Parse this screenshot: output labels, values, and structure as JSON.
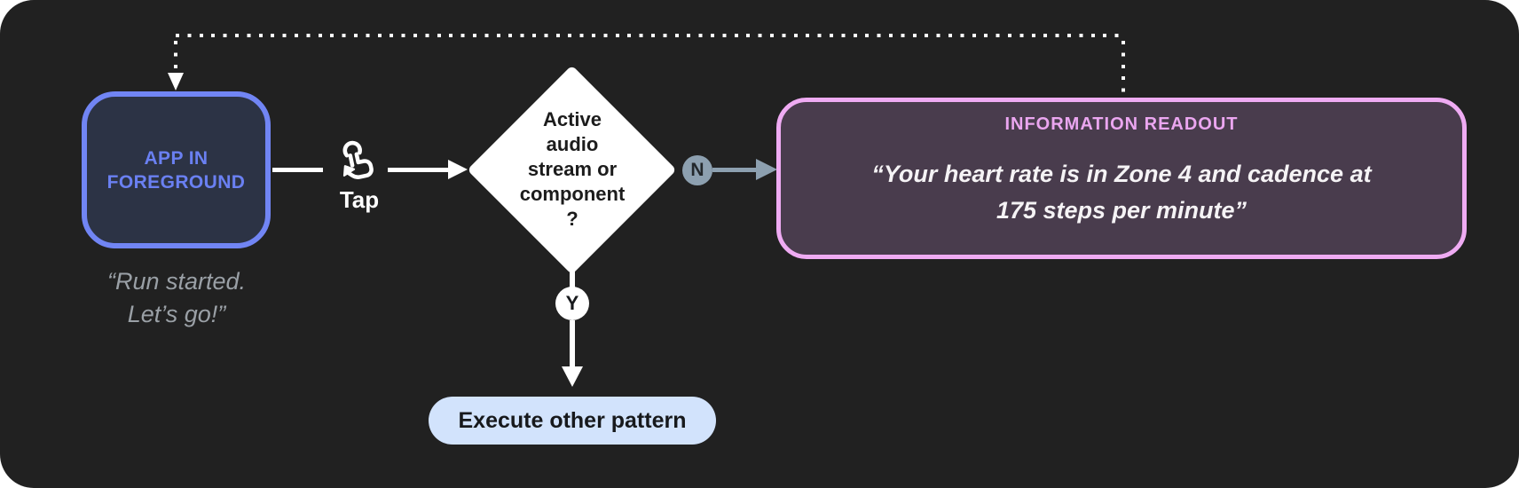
{
  "canvas": {
    "background_color": "#212121",
    "page_background_color": "#ffffff"
  },
  "app_node": {
    "label_line1": "APP IN",
    "label_line2": "FOREGROUND",
    "border_color": "#7185f4",
    "fill_color": "#2c3345",
    "text_color": "#6a80f2",
    "quote_line1": "“Run started.",
    "quote_line2": "Let’s go!”",
    "quote_color": "#9aa0a6"
  },
  "tap_step": {
    "label": "Tap",
    "icon": "tap-gesture-icon",
    "icon_color": "#ffffff"
  },
  "decision_node": {
    "lines": [
      "Active",
      "audio",
      "stream or",
      "component",
      "?"
    ],
    "fill_color": "#ffffff",
    "text_color": "#1c1c1c"
  },
  "branch_no": {
    "badge_label": "N",
    "badge_color": "#8da0b0",
    "arrow_color": "#8da0b0"
  },
  "branch_yes": {
    "badge_label": "Y",
    "badge_color": "#ffffff",
    "arrow_color": "#ffffff"
  },
  "readout_node": {
    "title": "INFORMATION READOUT",
    "title_color": "#eba6f0",
    "border_color": "#efabf3",
    "fill_color": "#493c4d",
    "quote_line1": "“Your heart rate is in Zone 4 and cadence at",
    "quote_line2": "175 steps per minute”",
    "quote_color": "#f5f3f5"
  },
  "action_node": {
    "label": "Execute other pattern",
    "fill_color": "#d2e3fc",
    "text_color": "#17191c"
  },
  "feedback_loop": {
    "style": "dotted",
    "color": "#ffffff",
    "from": "readout_node",
    "to": "app_node"
  }
}
